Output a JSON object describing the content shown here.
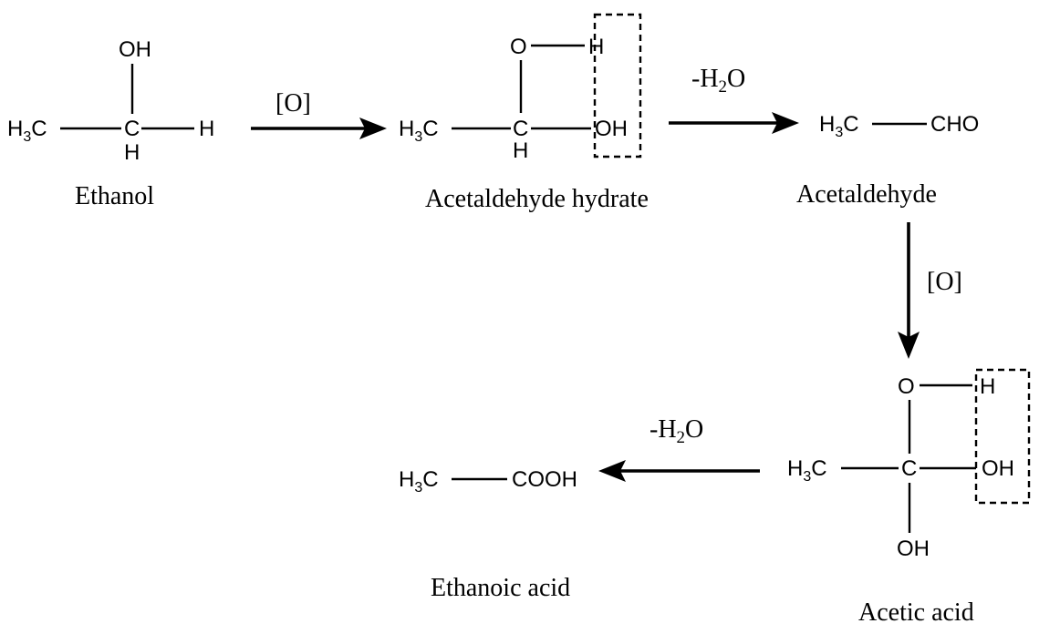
{
  "ethanol": {
    "h3": "H",
    "h3_sub": "3",
    "h3_c": "C",
    "oh": "OH",
    "c": "C",
    "h_right": "H",
    "h_bottom": "H",
    "caption": "Ethanol"
  },
  "step1": {
    "reagent": "[O]"
  },
  "hydrate": {
    "h3": "H",
    "h3_sub": "3",
    "h3_c": "C",
    "o": "O",
    "h_top": "H",
    "c": "C",
    "h_bottom": "H",
    "oh": "OH",
    "caption": "Acetaldehyde hydrate"
  },
  "step2": {
    "reagent_pre": "-H",
    "reagent_sub": "2",
    "reagent_post": "O"
  },
  "acetaldehyde": {
    "h3": "H",
    "h3_sub": "3",
    "h3_c": "C",
    "cho": "CHO",
    "caption": "Acetaldehyde"
  },
  "step3": {
    "reagent": "[O]"
  },
  "acetic": {
    "h3": "H",
    "h3_sub": "3",
    "h3_c": "C",
    "o": "O",
    "h_top": "H",
    "c": "C",
    "oh_right": "OH",
    "oh_bottom": "OH",
    "caption": "Acetic acid"
  },
  "step4": {
    "reagent_pre": "-H",
    "reagent_sub": "2",
    "reagent_post": "O"
  },
  "ethanoic": {
    "h3": "H",
    "h3_sub": "3",
    "h3_c": "C",
    "cooh": "COOH",
    "caption": "Ethanoic acid"
  }
}
